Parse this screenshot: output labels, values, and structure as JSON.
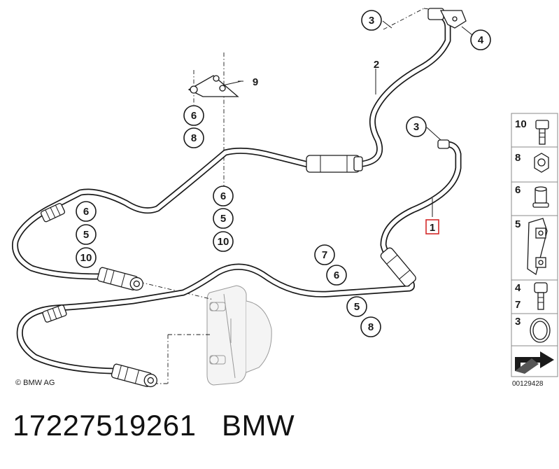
{
  "callouts": {
    "c1": "1",
    "c2": "2",
    "c3a": "3",
    "c3b": "3",
    "c4": "4",
    "c5a": "5",
    "c5b": "5",
    "c5c": "5",
    "c6a": "6",
    "c6b": "6",
    "c6c": "6",
    "c6d": "6",
    "c7": "7",
    "c8a": "8",
    "c8b": "8",
    "c9": "9",
    "c10": "10"
  },
  "highlight_color": "#d42a2a",
  "legend": {
    "items": [
      {
        "labels": [
          "10"
        ],
        "icon": "bolt-icon"
      },
      {
        "labels": [
          "8"
        ],
        "icon": "hex-nut-icon"
      },
      {
        "labels": [
          "6"
        ],
        "icon": "sleeve-icon"
      },
      {
        "labels": [
          "5"
        ],
        "icon": "bracket-clip-icon"
      },
      {
        "labels": [
          "4",
          "7"
        ],
        "icon": "bolt-icon"
      },
      {
        "labels": [
          "3"
        ],
        "icon": "o-ring-icon"
      },
      {
        "labels": [],
        "icon": "arrow-icon"
      }
    ]
  },
  "footer": {
    "copyright": "© BMW AG",
    "docnum": "00129428"
  },
  "caption": "17227519261   BMW"
}
